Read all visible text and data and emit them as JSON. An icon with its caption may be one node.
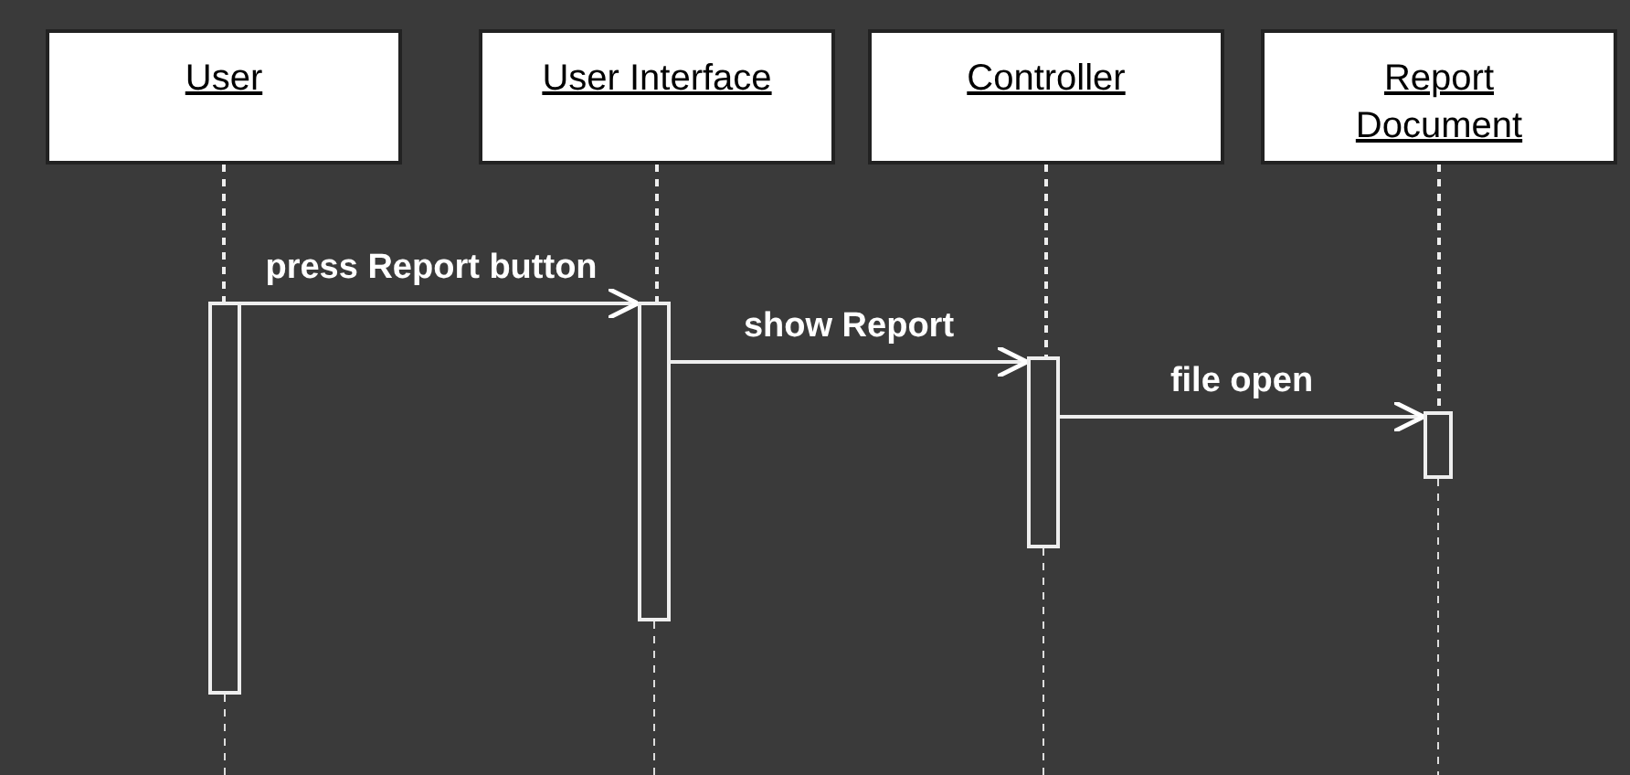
{
  "diagram": {
    "nodes": [
      {
        "text": [
          "User"
        ]
      },
      {
        "text": [
          "User Interface"
        ]
      },
      {
        "text": [
          "Controller"
        ]
      },
      {
        "text": [
          "Report Document"
        ]
      },
      {
        "text": [],
        "shape": "bar"
      },
      {
        "text": [],
        "shape": "bar"
      },
      {
        "text": [],
        "shape": "bar"
      },
      {
        "text": [],
        "shape": "bar"
      }
    ],
    "edges": [
      {
        "from": 0,
        "to": 4,
        "arrow": "none",
        "style": "dashed"
      },
      {
        "from": 1,
        "to": 5,
        "arrow": "none",
        "style": "dashed"
      },
      {
        "from": 2,
        "to": 6,
        "arrow": "none",
        "style": "dashed"
      },
      {
        "from": 3,
        "to": 7,
        "arrow": "none",
        "style": "dashed"
      },
      {
        "from": 4,
        "to": 5,
        "arrow": "to",
        "label": "press Report button"
      },
      {
        "from": 5,
        "to": 6,
        "arrow": "to",
        "label": "show Report"
      },
      {
        "from": 6,
        "to": 7,
        "arrow": "to",
        "label": "file open"
      }
    ]
  }
}
